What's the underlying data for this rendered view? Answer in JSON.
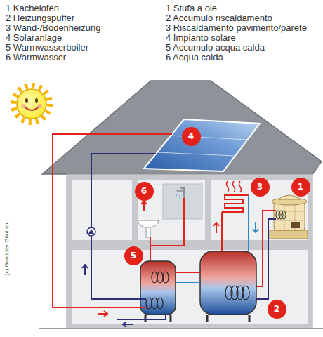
{
  "diagram": {
    "nodes": [
      {
        "text": [
          "4"
        ]
      },
      {
        "text": [
          "6"
        ]
      },
      {
        "text": [
          "3"
        ]
      },
      {
        "text": [
          "1"
        ]
      },
      {
        "text": [
          "5"
        ]
      },
      {
        "text": [
          "2"
        ]
      }
    ],
    "labels": [
      "1 Kachelofen",
      "2 Heizungspuffer",
      "3 Wand-/Bodenheizung",
      "4 Solaranlage",
      "5 Warmwasserboiler",
      "6 Warmwasser",
      "1 Stufa a ole",
      "2 Accumulo riscaldamento",
      "3 Riscaldamento pavimento/parete",
      "4 Impianto solare",
      "5 Accumulo acqua calda",
      "6 Acqua calda",
      "(c) Gantioler Günther"
    ]
  }
}
